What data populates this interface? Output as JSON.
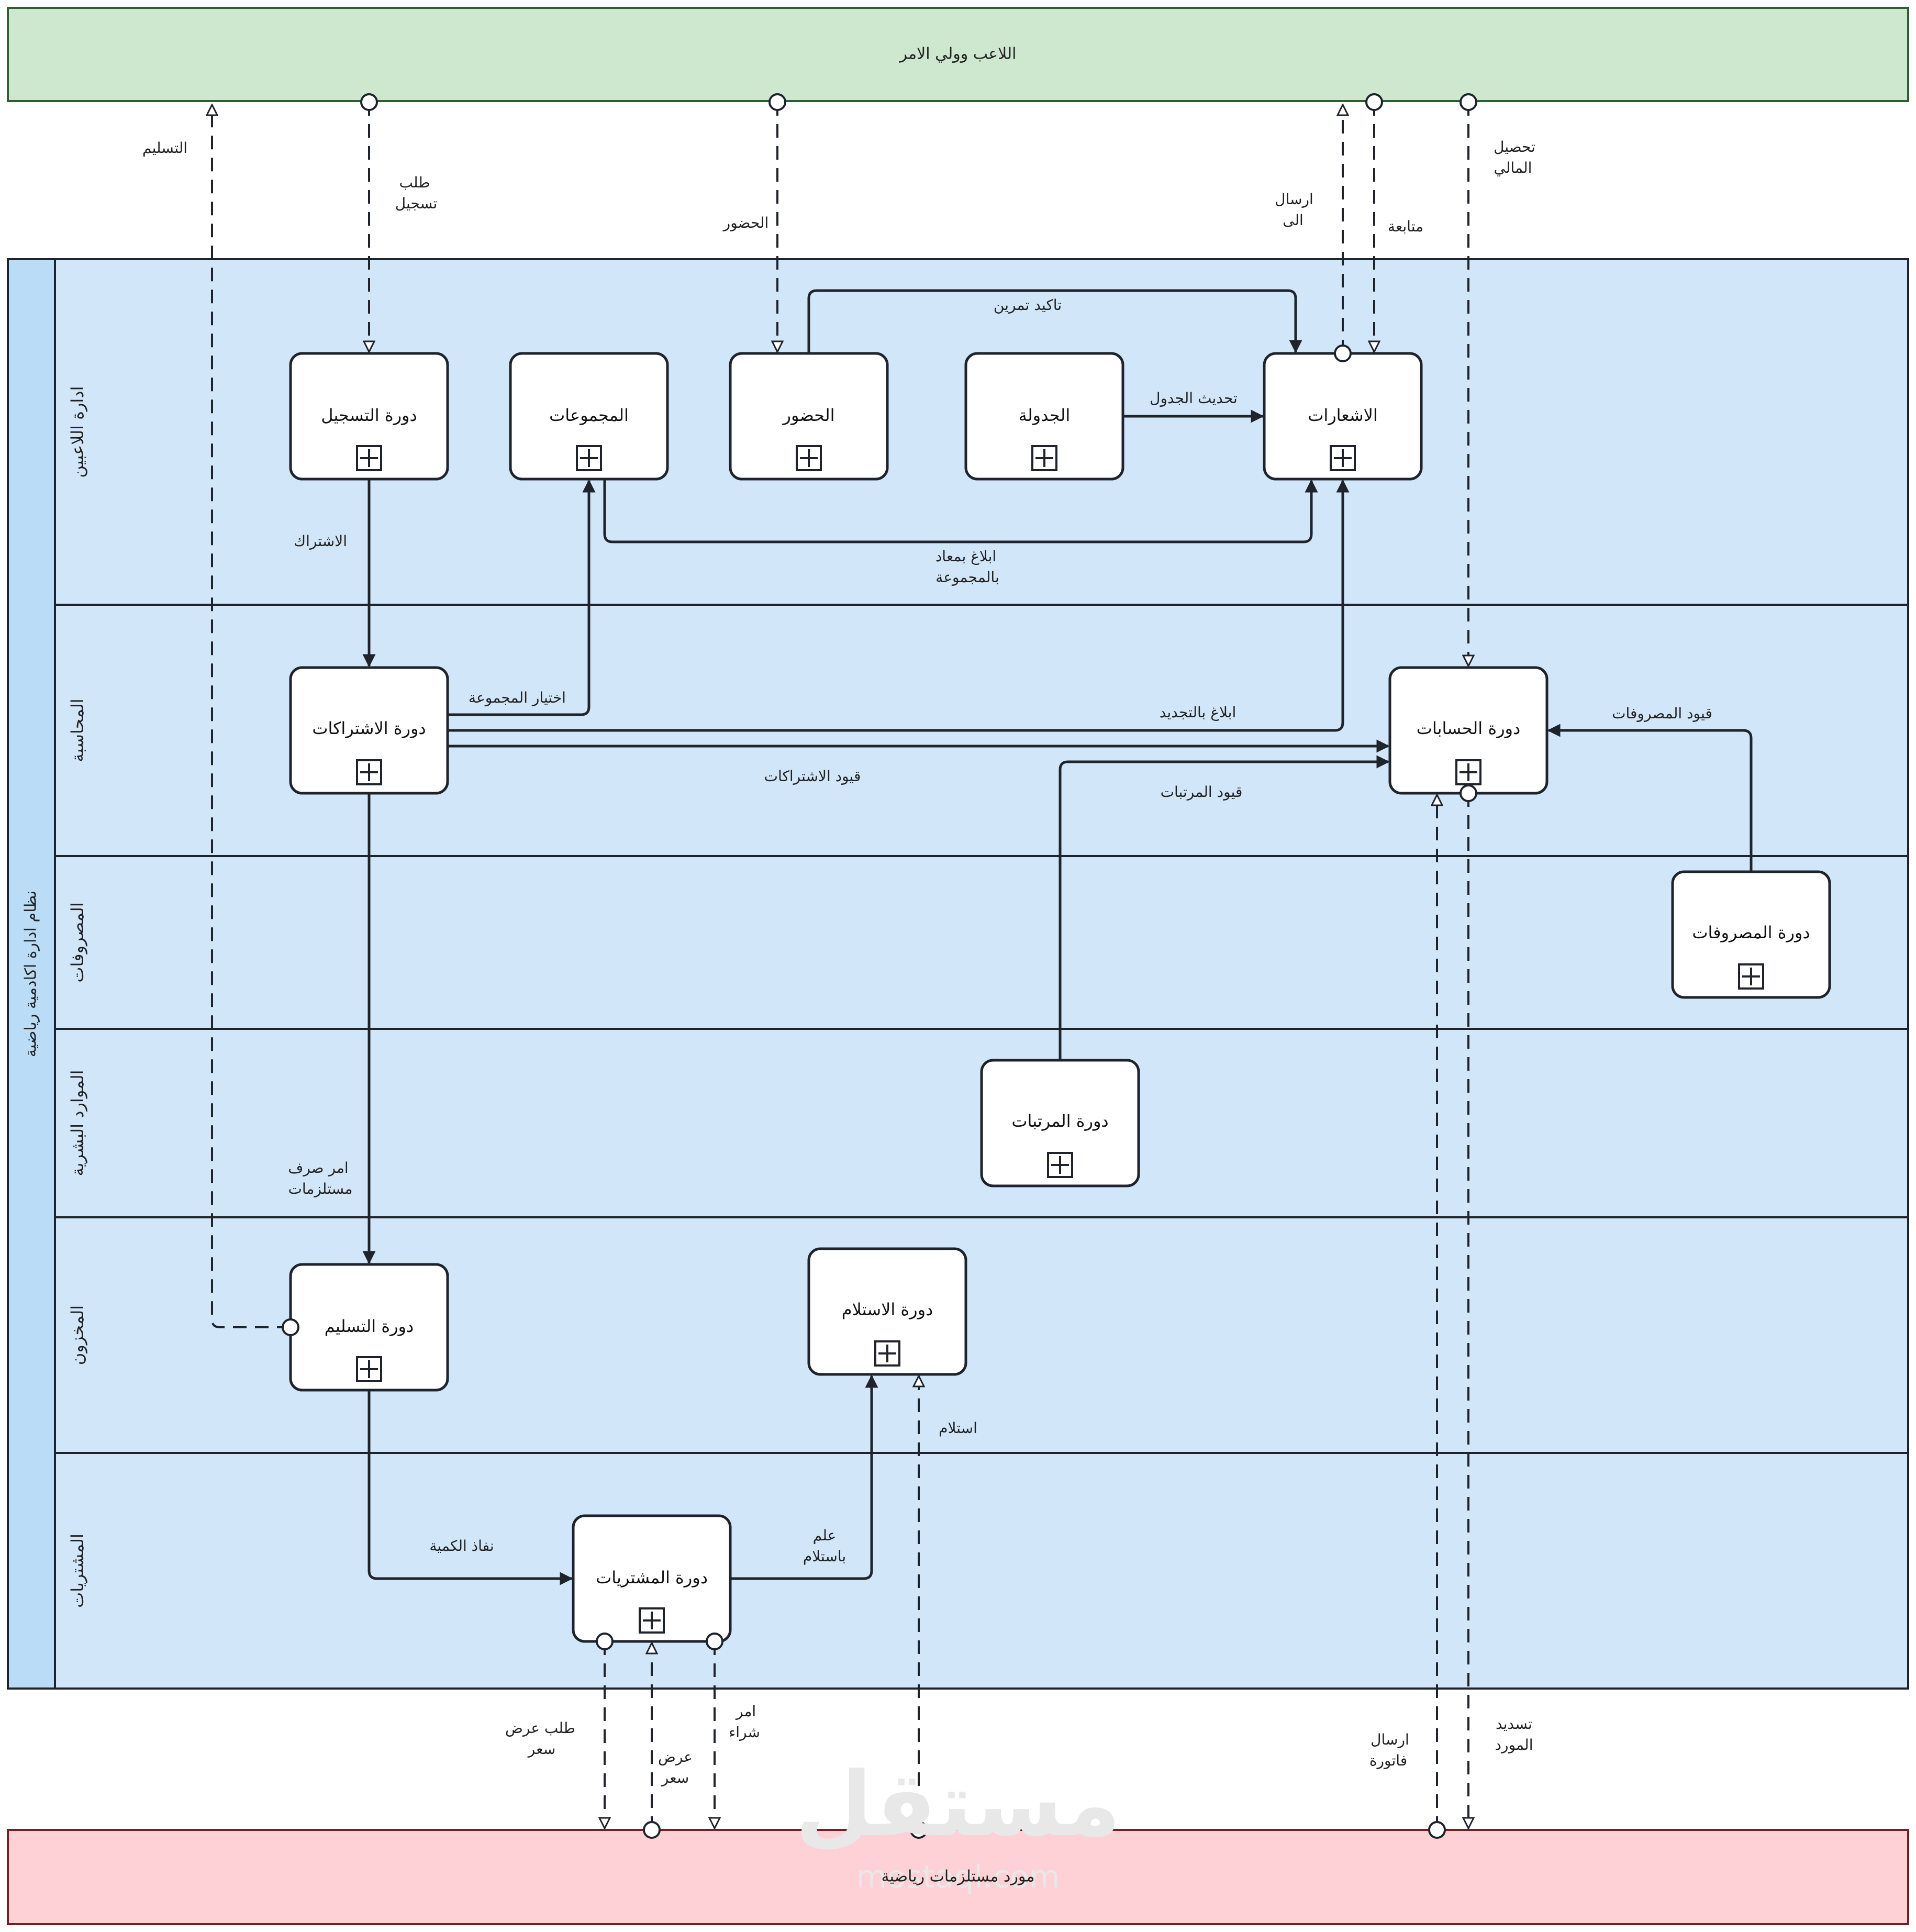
{
  "pools": {
    "top": "اللاعب وولي الامر",
    "main": "نظام ادارة اكادمية رياضية",
    "bottom": "مورد مستلزمات رياضية"
  },
  "lanes": {
    "players": "ادارة اللاعبين",
    "accounting": "المحاسبة",
    "expenses": "المصروفات",
    "hr": "الموارد البشرية",
    "inventory": "المخزون",
    "purchasing": "المشتريات"
  },
  "tasks": {
    "registration": "دورة التسجيل",
    "groups": "المجموعات",
    "attendance": "الحضور",
    "schedule": "الجدولة",
    "notifications": "الاشعارات",
    "subscriptions": "دورة الاشتراكات",
    "accounts": "دورة الحسابات",
    "expenses": "دورة المصروفات",
    "salaries": "دورة المرتبات",
    "delivery": "دورة التسليم",
    "receiving": "دورة الاستلام",
    "purchases": "دورة المشتريات"
  },
  "labels": {
    "delivery_msg": "التسليم",
    "registration_request_1": "طلب",
    "registration_request_2": "تسجيل",
    "attendance_msg": "الحضور",
    "send_to_1": "ارسال",
    "send_to_2": "الى",
    "follow_up": "متابعة",
    "collect_money_1": "تحصيل",
    "collect_money_2": "المالي",
    "training_confirm": "تاكيد تمرين",
    "schedule_update": "تحديث الجدول",
    "subscription": "الاشتراك",
    "group_notify_1": "ابلاغ بمعاد",
    "group_notify_2": "بالمجموعة",
    "group_select": "اختيار المجموعة",
    "renewal_notify": "ابلاغ بالتجديد",
    "subscription_entries": "قيود الاشتراكات",
    "salary_entries": "قيود المرتبات",
    "expense_entries": "قيود المصروفات",
    "supplies_order_1": "امر صرف",
    "supplies_order_2": "مستلزمات",
    "receive": "استلام",
    "qty_out": "نفاذ الكمية",
    "receipt_notice_1": "علم",
    "receipt_notice_2": "باستلام",
    "quote_request_1": "طلب عرض",
    "quote_request_2": "سعر",
    "quote_1": "عرض",
    "quote_2": "سعر",
    "purchase_order_1": "امر",
    "purchase_order_2": "شراء",
    "send_invoice_1": "ارسال",
    "send_invoice_2": "فاتورة",
    "pay_supplier_1": "تسديد",
    "pay_supplier_2": "المورد"
  },
  "watermark": {
    "logo": "مستقل",
    "site": "mostaql.com"
  },
  "colors": {
    "top_pool": "#cde8cf",
    "main_pool": "#d2e6fa",
    "main_pool_header": "#bbdcf6",
    "bottom_pool": "#fdd1d6",
    "line": "#1f232b"
  }
}
